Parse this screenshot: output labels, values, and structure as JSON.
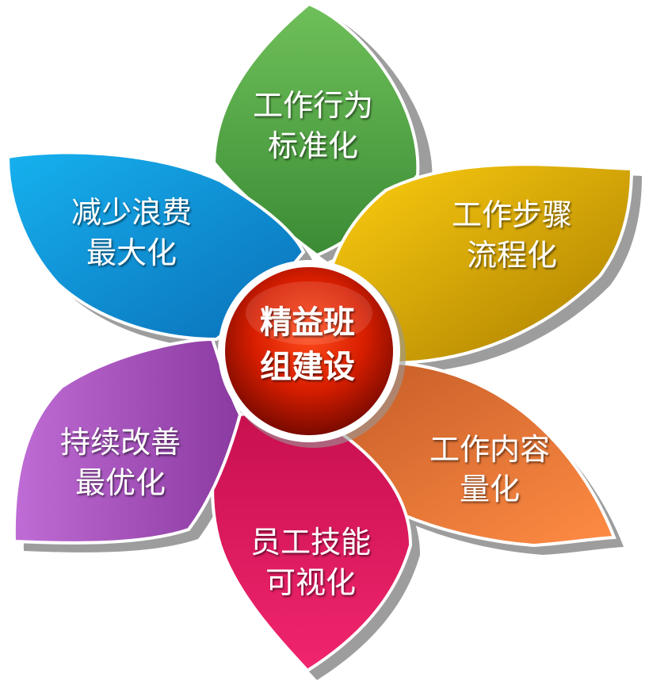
{
  "center": {
    "line1": "精益班",
    "line2": "组建设",
    "color": "#dd2200"
  },
  "petals": [
    {
      "id": "top",
      "line1": "工作行为",
      "line2": "标准化",
      "color": "#4fae46"
    },
    {
      "id": "upper-right",
      "line1": "工作步骤",
      "line2": "流程化",
      "color": "#f0b800"
    },
    {
      "id": "lower-right",
      "line1": "工作内容",
      "line2": "量化",
      "color": "#ee7a3a"
    },
    {
      "id": "bottom",
      "line1": "员工技能",
      "line2": "可视化",
      "color": "#d8145c"
    },
    {
      "id": "lower-left",
      "line1": "持续改善",
      "line2": "最优化",
      "color": "#a257b8"
    },
    {
      "id": "upper-left",
      "line1": "减少浪费",
      "line2": "最大化",
      "color": "#0e9edc"
    }
  ]
}
